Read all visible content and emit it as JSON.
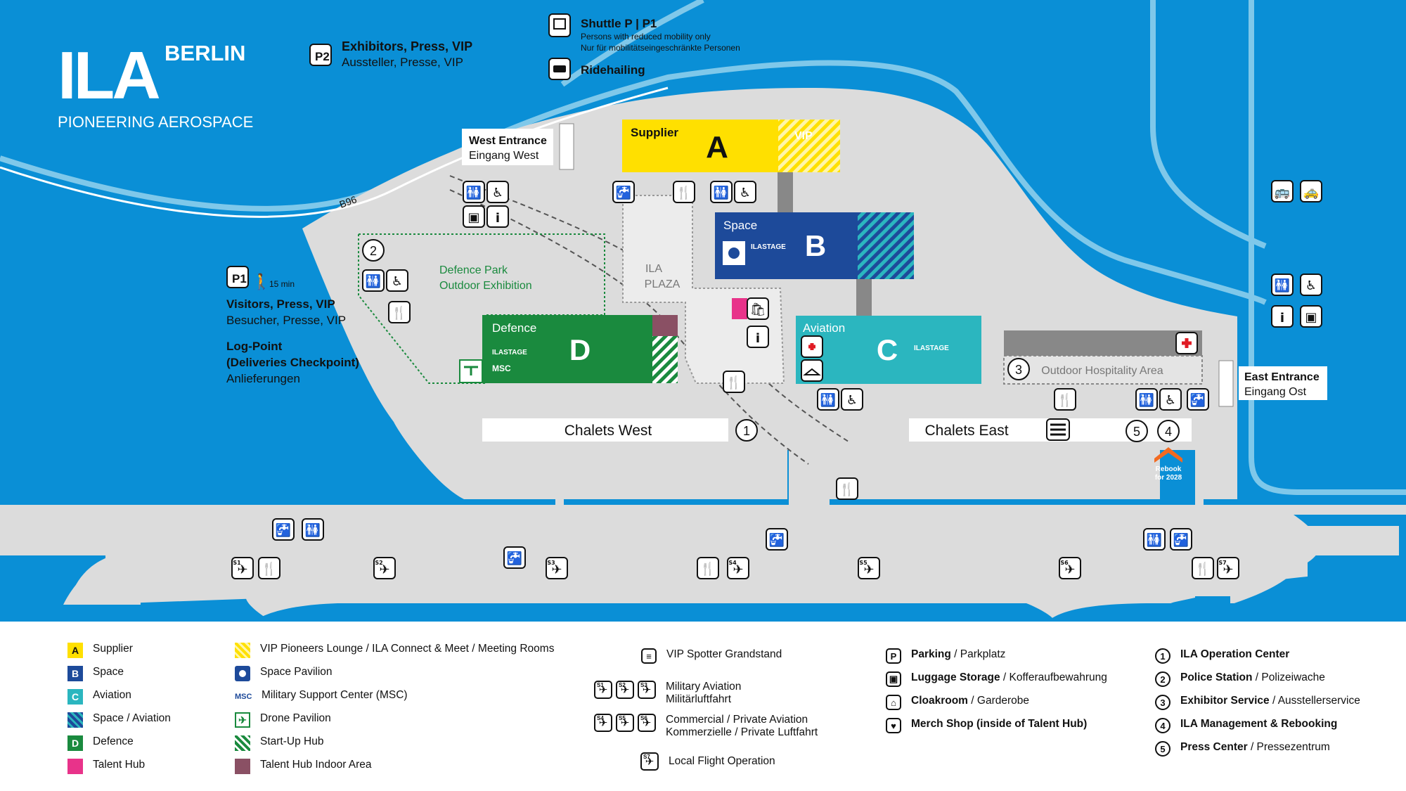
{
  "brand": {
    "logo_text": "ILA",
    "city": "BERLIN",
    "tagline": "PIONEERING AEROSPACE"
  },
  "colors": {
    "water": "#0a8fd6",
    "road_light": "#7fc8ea",
    "ground": "#dcdcdc",
    "supplier": "#ffe000",
    "space": "#1d4a9a",
    "aviation": "#2bb6bf",
    "defence": "#1a8a3e",
    "talent_hub": "#e8338a",
    "talent_indoor": "#8a5064",
    "legend_bg": "#ffffff"
  },
  "top_info": {
    "parking_p2": {
      "icon": "P2",
      "title": "Exhibitors, Press, VIP",
      "subtitle": "Aussteller, Presse, VIP"
    },
    "shuttle": {
      "title": "Shuttle P | P1",
      "line1": "Persons with reduced mobility only",
      "line2": "Nur für mobilitätseingeschränkte Personen"
    },
    "ridehailing": {
      "title": "Ridehailing"
    }
  },
  "left_info": {
    "parking_p1": {
      "icon": "P1",
      "walk": "15 min",
      "title": "Visitors, Press, VIP",
      "subtitle": "Besucher, Presse, VIP"
    },
    "logpoint": {
      "title_line1": "Log-Point",
      "title_line2": "(Deliveries Checkpoint)",
      "subtitle": "Anlieferungen"
    }
  },
  "road_label": "B96",
  "entrances": {
    "west": {
      "title": "West Entrance",
      "subtitle": "Eingang West"
    },
    "east": {
      "title": "East Entrance",
      "subtitle": "Eingang Ost"
    }
  },
  "halls": {
    "A": {
      "label": "Supplier",
      "letter": "A",
      "vip": "VIP"
    },
    "B": {
      "label": "Space",
      "letter": "B",
      "stage": "ILASTAGE"
    },
    "C": {
      "label": "Aviation",
      "letter": "C",
      "stage": "ILASTAGE"
    },
    "D": {
      "label": "Defence",
      "letter": "D",
      "stage": "ILASTAGE",
      "msc": "MSC"
    }
  },
  "areas": {
    "plaza_line1": "ILA",
    "plaza_line2": "PLAZA",
    "defence_park_line1": "Defence Park",
    "defence_park_line2": "Outdoor Exhibition",
    "hospitality": "Outdoor Hospitality Area",
    "chalets_west": "Chalets West",
    "chalets_east": "Chalets East",
    "rebook_line1": "Rebook",
    "rebook_line2": "for 2028"
  },
  "markers": {
    "n1": "1",
    "n2": "2",
    "n3": "3",
    "n4": "4",
    "n5": "5"
  },
  "apron_stands": [
    "S1",
    "S2",
    "S3",
    "S4",
    "S5",
    "S6",
    "S7"
  ],
  "legend": {
    "col1": [
      {
        "key": "A",
        "label": "Supplier",
        "color": "#ffe000",
        "text_color": "#111"
      },
      {
        "key": "B",
        "label": "Space",
        "color": "#1d4a9a",
        "text_color": "#fff"
      },
      {
        "key": "C",
        "label": "Aviation",
        "color": "#2bb6bf",
        "text_color": "#fff"
      },
      {
        "key": "",
        "label": "Space / Aviation",
        "color": "stripe-blue",
        "text_color": "#fff"
      },
      {
        "key": "D",
        "label": "Defence",
        "color": "#1a8a3e",
        "text_color": "#fff"
      },
      {
        "key": "",
        "label": "Talent Hub",
        "color": "#e8338a",
        "text_color": "#fff"
      }
    ],
    "col2": [
      {
        "icon": "stripe-yellow",
        "label": "VIP Pioneers Lounge / ILA Connect & Meet / Meeting Rooms"
      },
      {
        "icon": "space-pavilion-icon",
        "label": "Space Pavilion"
      },
      {
        "icon": "msc-icon",
        "label": "Military Support Center (MSC)",
        "prefix": "MSC"
      },
      {
        "icon": "drone-icon",
        "label": "Drone Pavilion"
      },
      {
        "icon": "stripe-green",
        "label": "Start-Up Hub"
      },
      {
        "icon": "talent-indoor",
        "label": "Talent Hub Indoor Area"
      }
    ],
    "col3": {
      "grandstand": "VIP Spotter Grandstand",
      "military_title": "Military Aviation",
      "military_sub": "Militärluftfahrt",
      "military_stands": [
        "S1",
        "S2",
        "S3"
      ],
      "commercial_title": "Commercial / Private Aviation",
      "commercial_sub": "Kommerzielle / Private Luftfahrt",
      "commercial_stands": [
        "S4",
        "S5",
        "S6"
      ],
      "local_title": "Local Flight Operation",
      "local_stand": "S7"
    },
    "col4": [
      {
        "icon": "P",
        "bold": "Parking",
        "rest": " / Parkplatz"
      },
      {
        "icon": "luggage-icon",
        "bold": "Luggage Storage",
        "rest": " / Kofferaufbewahrung"
      },
      {
        "icon": "cloakroom-icon",
        "bold": "Cloakroom",
        "rest": " / Garderobe"
      },
      {
        "icon": "merch-icon",
        "bold": "Merch Shop (inside of Talent Hub)",
        "rest": ""
      }
    ],
    "col5": [
      {
        "num": "1",
        "bold": "ILA Operation Center",
        "rest": ""
      },
      {
        "num": "2",
        "bold": "Police Station",
        "rest": " / Polizeiwache"
      },
      {
        "num": "3",
        "bold": "Exhibitor Service",
        "rest": " / Ausstellerservice"
      },
      {
        "num": "4",
        "bold": "ILA Management & Rebooking",
        "rest": ""
      },
      {
        "num": "5",
        "bold": "Press Center",
        "rest": " / Pressezentrum"
      }
    ]
  }
}
